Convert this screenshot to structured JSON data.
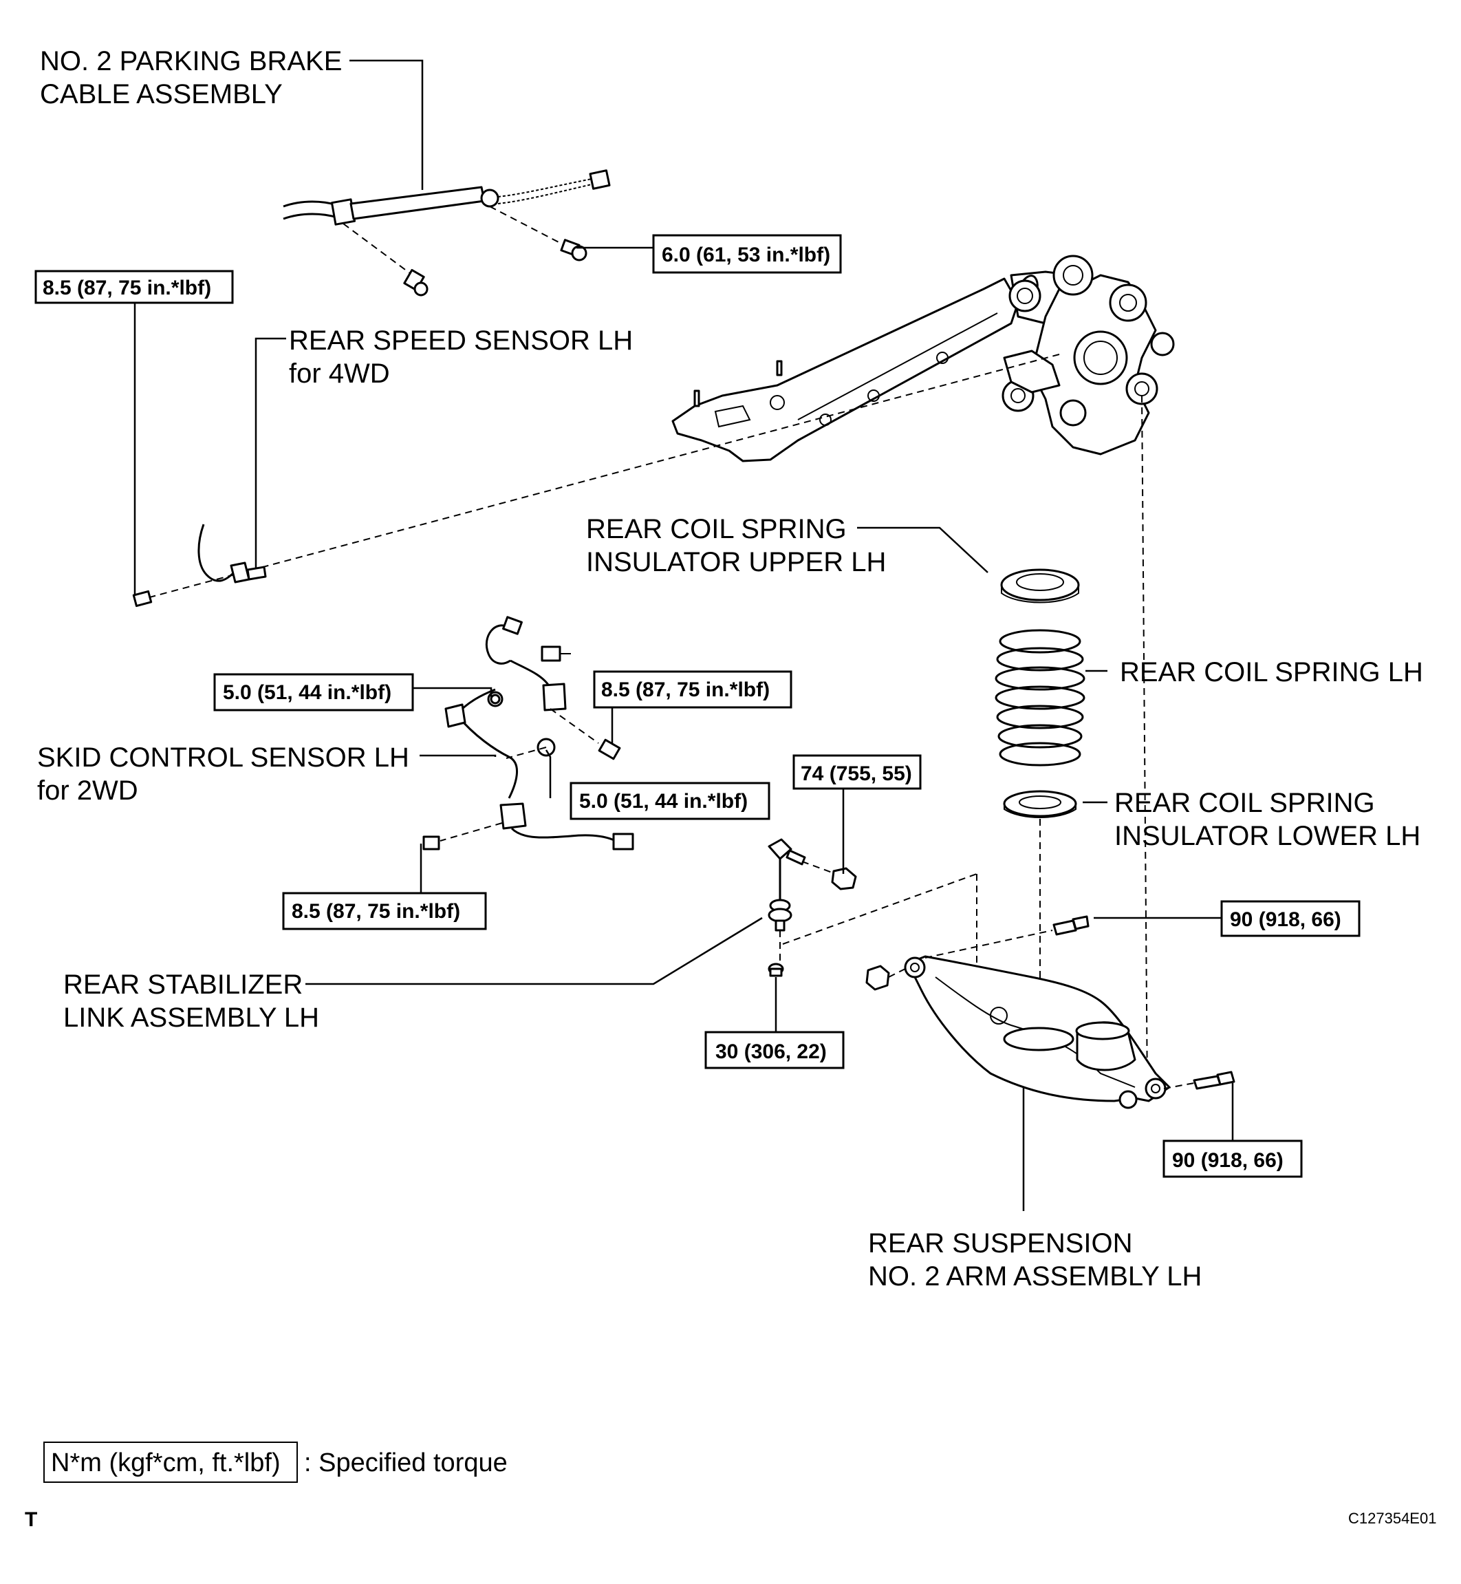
{
  "labels": {
    "parking_cable_1": "NO. 2 PARKING BRAKE",
    "parking_cable_2": "CABLE ASSEMBLY",
    "speed_sensor_1": "REAR SPEED SENSOR LH",
    "speed_sensor_2": "for 4WD",
    "upper_insulator_1": "REAR COIL SPRING",
    "upper_insulator_2": "INSULATOR UPPER LH",
    "coil_spring": "REAR COIL SPRING LH",
    "skid_sensor_1": "SKID CONTROL SENSOR LH",
    "skid_sensor_2": "for 2WD",
    "lower_insulator_1": "REAR COIL SPRING",
    "lower_insulator_2": "INSULATOR LOWER LH",
    "stabilizer_link_1": "REAR STABILIZER",
    "stabilizer_link_2": "LINK ASSEMBLY LH",
    "no2_arm_1": "REAR SUSPENSION",
    "no2_arm_2": "NO. 2 ARM ASSEMBLY LH"
  },
  "torques": {
    "cable_bolt": "6.0 (61, 53 in.*lbf)",
    "speed_sensor_bolt": "8.5 (87, 75 in.*lbf)",
    "skid_clamp_bolt_a": "5.0 (51, 44 in.*lbf)",
    "skid_sensor_bolt": "8.5 (87, 75 in.*lbf)",
    "skid_clamp_bolt_b": "5.0 (51, 44 in.*lbf)",
    "skid_lower_bolt": "8.5 (87, 75 in.*lbf)",
    "stabilizer_upper_nut": "74 (755, 55)",
    "stabilizer_lower_nut": "30 (306, 22)",
    "arm_inner_bolt": "90 (918, 66)",
    "arm_outer_bolt": "90 (918, 66)"
  },
  "legend": {
    "box_text": "N*m (kgf*cm, ft.*lbf)",
    "description": ": Specified torque"
  },
  "corner_code": "T",
  "figure_id": "C127354E01"
}
